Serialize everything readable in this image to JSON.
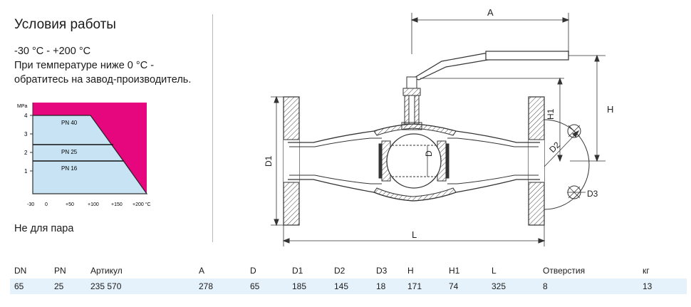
{
  "conditions": {
    "title": "Условия работы",
    "range": "-30 °C - +200 °C",
    "note_line1": "При температуре ниже 0 °C -",
    "note_line2": "обратитесь на завод-производитель.",
    "no_steam": "Не для пара"
  },
  "pt_chart": {
    "y_unit": "MPa",
    "y_ticks": [
      "4",
      "3",
      "2",
      "1"
    ],
    "x_ticks": [
      "-30",
      "0",
      "+50",
      "+100",
      "+150",
      "+200 °C"
    ],
    "bands": [
      "PN 40",
      "PN 25",
      "PN 16"
    ],
    "colors": {
      "allowed": "#c8e4f4",
      "forbidden": "#e6077e"
    }
  },
  "valve": {
    "labels": {
      "A": "A",
      "H": "H",
      "H1": "H1",
      "D1": "D1",
      "D": "D",
      "D2": "D2",
      "D3": "D3",
      "L": "L"
    }
  },
  "spec_table": {
    "headers": [
      "DN",
      "PN",
      "Артикул",
      "A",
      "D",
      "D1",
      "D2",
      "D3",
      "H",
      "H1",
      "L",
      "Отверстия",
      "кг"
    ],
    "rows": [
      [
        "65",
        "25",
        "235 570",
        "278",
        "65",
        "185",
        "145",
        "18",
        "171",
        "74",
        "325",
        "8",
        "13"
      ]
    ]
  }
}
